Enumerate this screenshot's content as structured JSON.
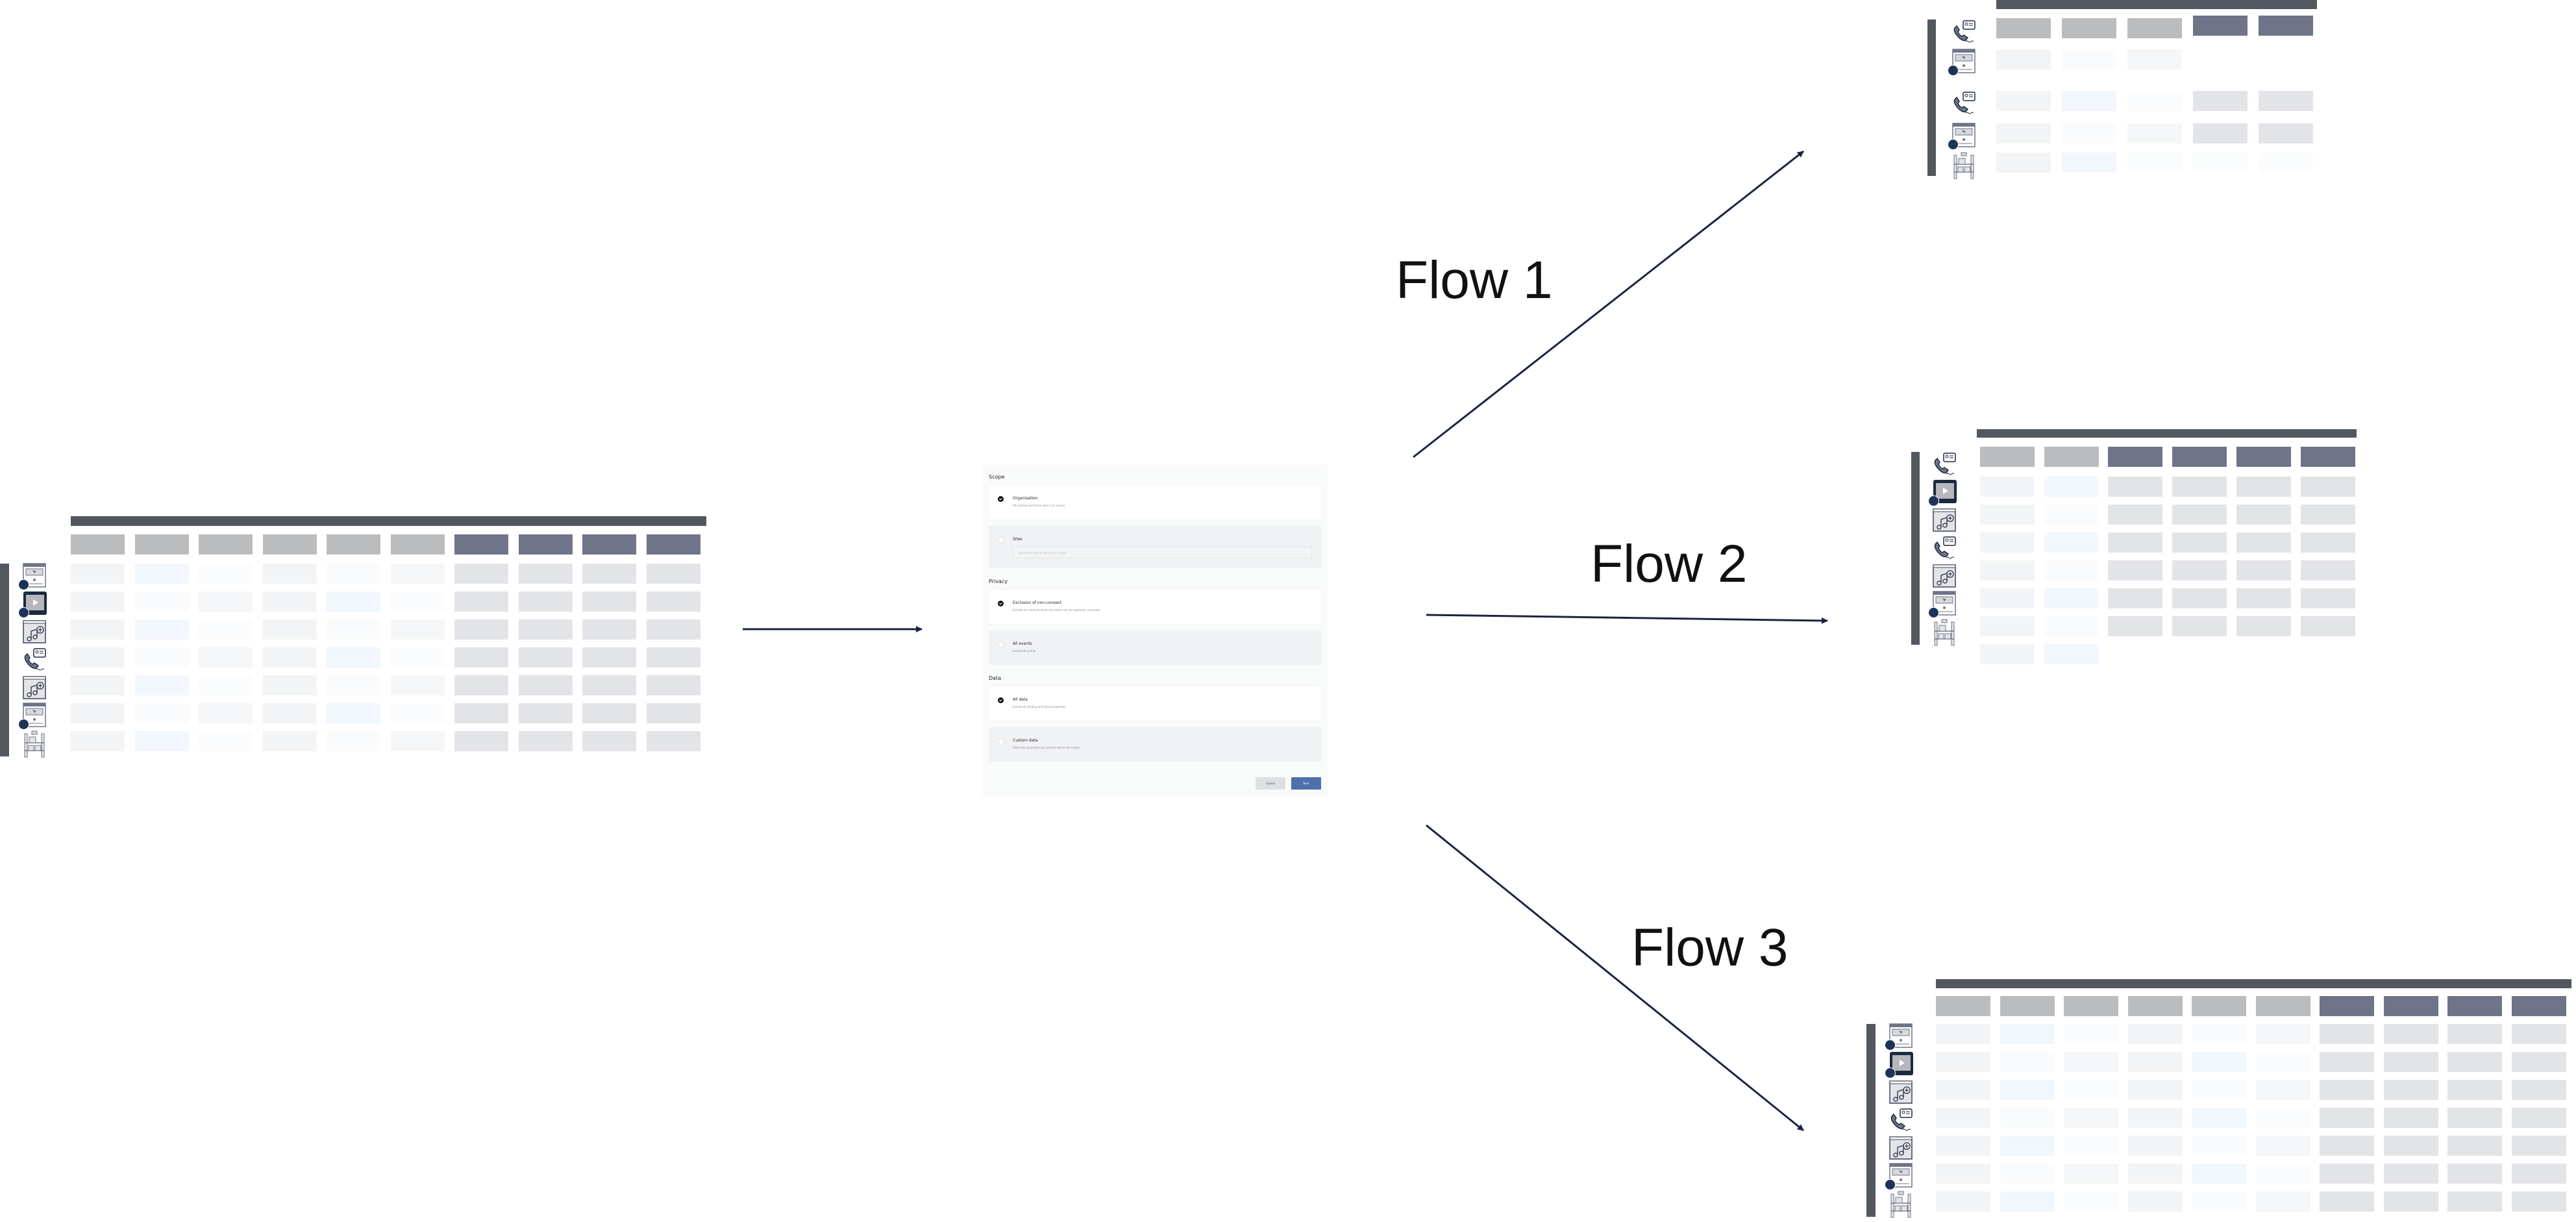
{
  "dialog": {
    "sections": [
      {
        "heading": "Scope",
        "options": [
          {
            "title": "Organisation",
            "subtitle": "All existing and future sites I can access",
            "selected": true
          },
          {
            "title": "Sites",
            "placeholder": "Select the sites to add to your export",
            "selected": false
          }
        ]
      },
      {
        "heading": "Privacy",
        "options": [
          {
            "title": "Exclusion of non-consent",
            "subtitle": "Exclude all events to which the visitor has not expressly consented",
            "selected": true
          },
          {
            "title": "All events",
            "subtitle": "Include all events",
            "selected": false
          }
        ]
      },
      {
        "heading": "Data",
        "options": [
          {
            "title": "All data",
            "subtitle": "Include all existing and future properties",
            "selected": true
          },
          {
            "title": "Custom data",
            "subtitle": "Select the properties you want to add to the export",
            "selected": false
          }
        ]
      }
    ],
    "cancel_label": "Cancel",
    "next_label": "Next"
  },
  "flows": [
    "Flow 1",
    "Flow 2",
    "Flow 3"
  ],
  "colors": {
    "arrow": "#1b2340",
    "bar": "#53575f",
    "header_light": "#bbbcbe",
    "header_dark": "#6f7489",
    "cell_light": "#f3f4f5",
    "cell_dark": "#e3e4e7",
    "badge": "#1f3358",
    "next_button": "#4f6fad"
  },
  "tables": [
    {
      "id": "source",
      "columns": [
        "light",
        "light",
        "light",
        "light",
        "light",
        "light",
        "dark",
        "dark",
        "dark",
        "dark"
      ],
      "rows": [
        "browser-badge",
        "video-badge",
        "music",
        "phone",
        "music",
        "browser-badge",
        "shelf"
      ]
    },
    {
      "id": "flow-1",
      "columns": [
        "light",
        "light",
        "light",
        "dark",
        "dark"
      ],
      "rows": [
        "phone",
        "browser-badge",
        "phone",
        "browser-badge",
        "shelf"
      ]
    },
    {
      "id": "flow-2",
      "columns": [
        "light",
        "light",
        "dark",
        "dark",
        "dark",
        "dark"
      ],
      "rows": [
        "phone",
        "video-badge",
        "music",
        "phone",
        "music",
        "browser-badge",
        "shelf"
      ]
    },
    {
      "id": "flow-3",
      "columns": [
        "light",
        "light",
        "light",
        "light",
        "light",
        "light",
        "dark",
        "dark",
        "dark",
        "dark"
      ],
      "rows": [
        "browser-badge",
        "video-badge",
        "music",
        "phone",
        "music",
        "browser-badge",
        "shelf"
      ]
    }
  ]
}
